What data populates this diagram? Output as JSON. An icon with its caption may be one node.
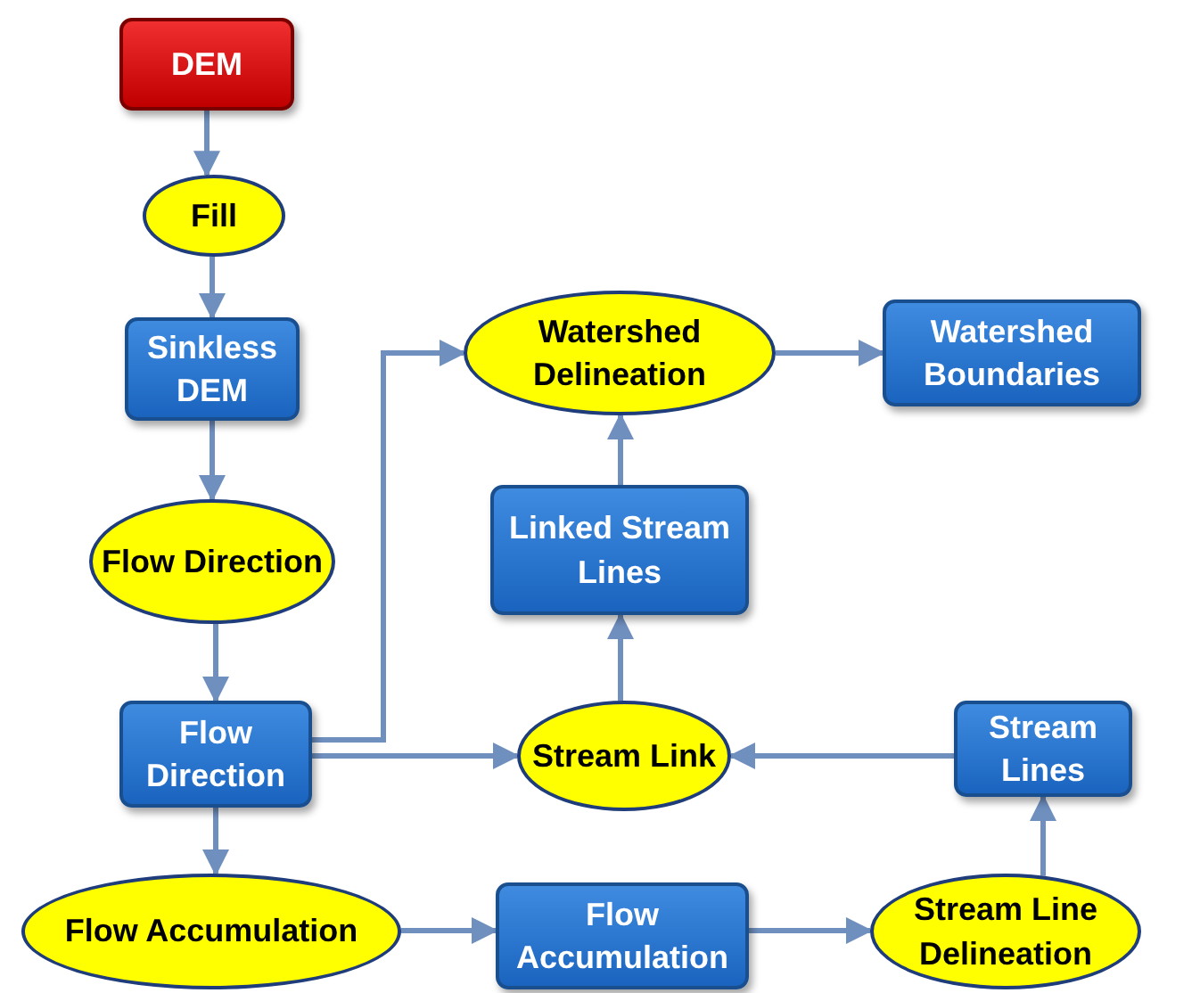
{
  "diagram": {
    "nodes": [
      {
        "text": [
          "DEM"
        ]
      },
      {
        "text": [
          "Fill"
        ]
      },
      {
        "text": [
          "Sinkless DEM"
        ]
      },
      {
        "text": [
          "Flow Direction"
        ]
      },
      {
        "text": [
          "Flow Direction"
        ]
      },
      {
        "text": [
          "Watershed Delineation"
        ]
      },
      {
        "text": [
          "Watershed Boundaries"
        ]
      },
      {
        "text": [
          "Linked Stream Lines"
        ]
      },
      {
        "text": [
          "Stream Link"
        ]
      },
      {
        "text": [
          "Stream Lines"
        ]
      },
      {
        "text": [
          "Flow Accumulation"
        ]
      },
      {
        "text": [
          "Flow Accumulation"
        ]
      },
      {
        "text": [
          "Stream Line Delineation"
        ]
      }
    ],
    "edges": [
      {
        "from": 0,
        "to": 1,
        "arrow": "to"
      },
      {
        "from": 1,
        "to": 2,
        "arrow": "to"
      },
      {
        "from": 2,
        "to": 3,
        "arrow": "to"
      },
      {
        "from": 3,
        "to": 4,
        "arrow": "to"
      },
      {
        "from": 4,
        "to": 5,
        "arrow": "to"
      },
      {
        "from": 4,
        "to": 8,
        "arrow": "to"
      },
      {
        "from": 4,
        "to": 10,
        "arrow": "to"
      },
      {
        "from": 10,
        "to": 11,
        "arrow": "to"
      },
      {
        "from": 11,
        "to": 12,
        "arrow": "to"
      },
      {
        "from": 12,
        "to": 9,
        "arrow": "to"
      },
      {
        "from": 9,
        "to": 8,
        "arrow": "to"
      },
      {
        "from": 8,
        "to": 7,
        "arrow": "to"
      },
      {
        "from": 7,
        "to": 5,
        "arrow": "to"
      },
      {
        "from": 5,
        "to": 6,
        "arrow": "to"
      }
    ]
  }
}
